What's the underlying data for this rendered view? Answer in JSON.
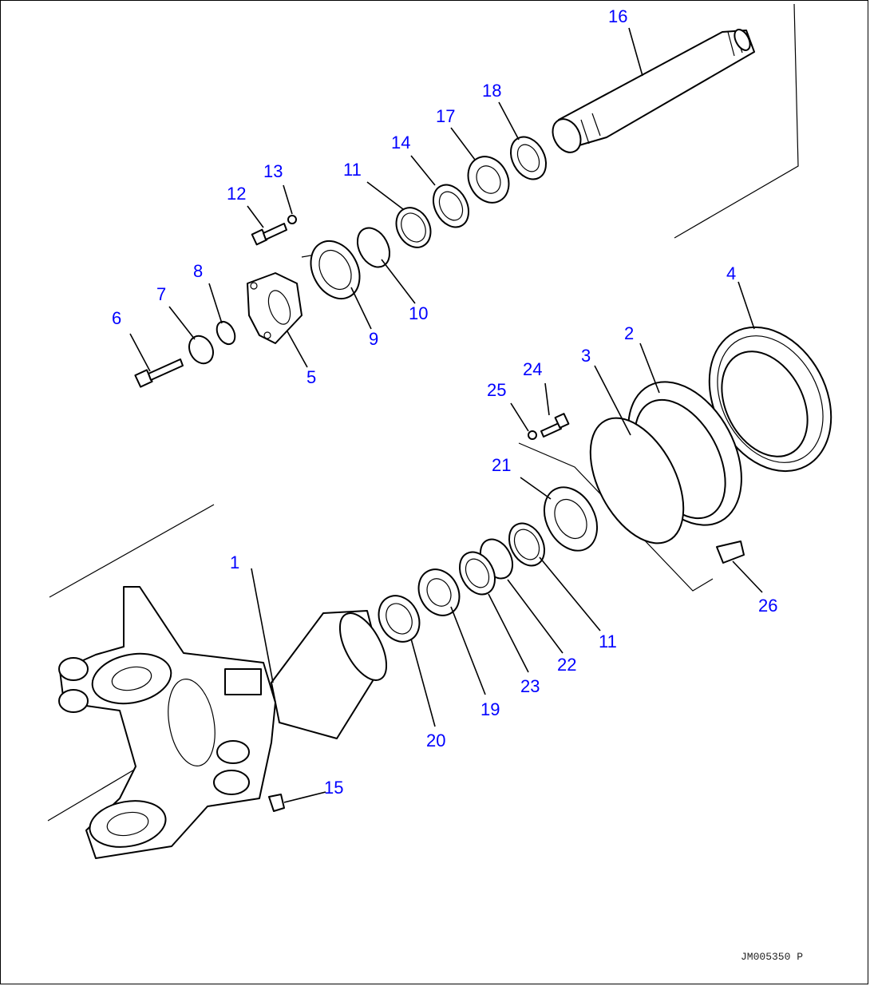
{
  "diagram": {
    "doc_id": "JM005350 P",
    "callouts": [
      {
        "id": "c1",
        "label": "1"
      },
      {
        "id": "c2",
        "label": "2"
      },
      {
        "id": "c3",
        "label": "3"
      },
      {
        "id": "c4",
        "label": "4"
      },
      {
        "id": "c5",
        "label": "5"
      },
      {
        "id": "c6",
        "label": "6"
      },
      {
        "id": "c7",
        "label": "7"
      },
      {
        "id": "c8",
        "label": "8"
      },
      {
        "id": "c9",
        "label": "9"
      },
      {
        "id": "c10",
        "label": "10"
      },
      {
        "id": "c11a",
        "label": "11"
      },
      {
        "id": "c11b",
        "label": "11"
      },
      {
        "id": "c12",
        "label": "12"
      },
      {
        "id": "c13",
        "label": "13"
      },
      {
        "id": "c14",
        "label": "14"
      },
      {
        "id": "c15",
        "label": "15"
      },
      {
        "id": "c16",
        "label": "16"
      },
      {
        "id": "c17",
        "label": "17"
      },
      {
        "id": "c18",
        "label": "18"
      },
      {
        "id": "c19",
        "label": "19"
      },
      {
        "id": "c20",
        "label": "20"
      },
      {
        "id": "c21",
        "label": "21"
      },
      {
        "id": "c22",
        "label": "22"
      },
      {
        "id": "c23",
        "label": "23"
      },
      {
        "id": "c24",
        "label": "24"
      },
      {
        "id": "c25",
        "label": "25"
      },
      {
        "id": "c26",
        "label": "26"
      }
    ]
  }
}
